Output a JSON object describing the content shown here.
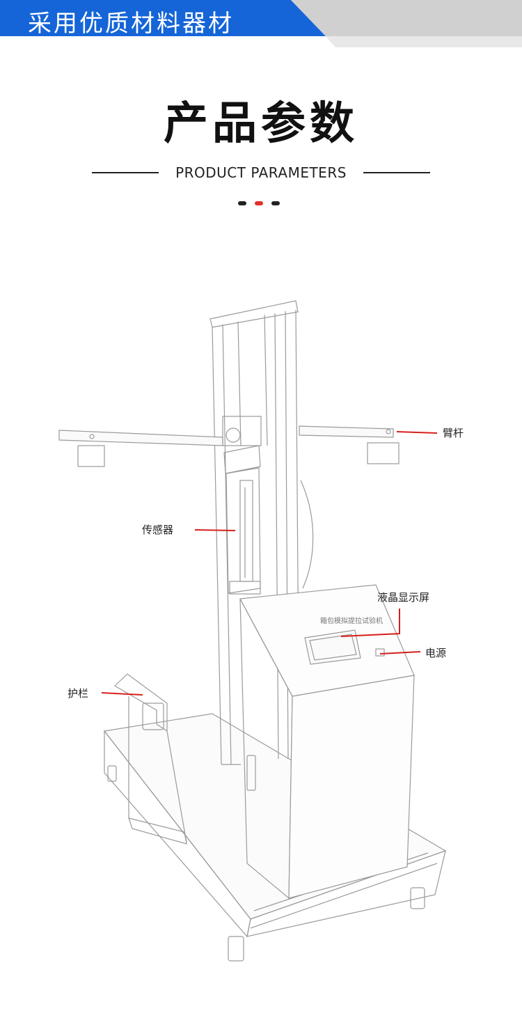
{
  "banner": {
    "title": "采用优质材料器材",
    "color": "#1565d8"
  },
  "section": {
    "title": "产品参数",
    "subtitle": "PRODUCT PARAMETERS",
    "dot_colors": [
      "#222222",
      "#e0302a",
      "#222222"
    ]
  },
  "machine": {
    "panel_title": "箱包模拟提拉试验机",
    "labels": {
      "arm": "臂杆",
      "sensor": "传感器",
      "lcd": "液晶显示屏",
      "power": "电源",
      "guard": "护栏"
    },
    "pointer_color": "#d6201c"
  }
}
